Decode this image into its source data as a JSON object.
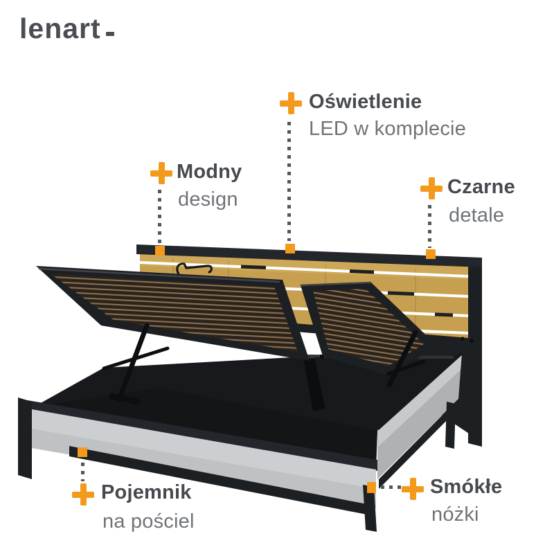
{
  "brand": {
    "name": "lenart"
  },
  "callouts": [
    {
      "id": "oswietlenie",
      "title": "Oświetlenie",
      "subtitle": "LED w komplecie"
    },
    {
      "id": "modny",
      "title": "Modny",
      "subtitle": "design"
    },
    {
      "id": "czarne",
      "title": "Czarne",
      "subtitle": "detale"
    },
    {
      "id": "pojemnik",
      "title": "Pojemnik",
      "subtitle": "na pościel"
    },
    {
      "id": "smokle",
      "title": "Smókłe",
      "subtitle": "nóżki"
    }
  ],
  "colors": {
    "orange": "#F39A1D",
    "heading": "#46494E",
    "subtitle": "#6F7377",
    "logo": "#4A4E53",
    "dot": "#54575B",
    "wood": "#C6A050",
    "wood-light": "#D4B162",
    "frame-black": "#1D2023",
    "rim-black": "#23262B",
    "interior": "#17191C",
    "slat-bg": "#2B241C",
    "slat-line": "#8A6E50",
    "panel-gray": "#CBCFD2",
    "panel-gray-dark": "#AEB2B5",
    "led": "#FFFFFF"
  }
}
